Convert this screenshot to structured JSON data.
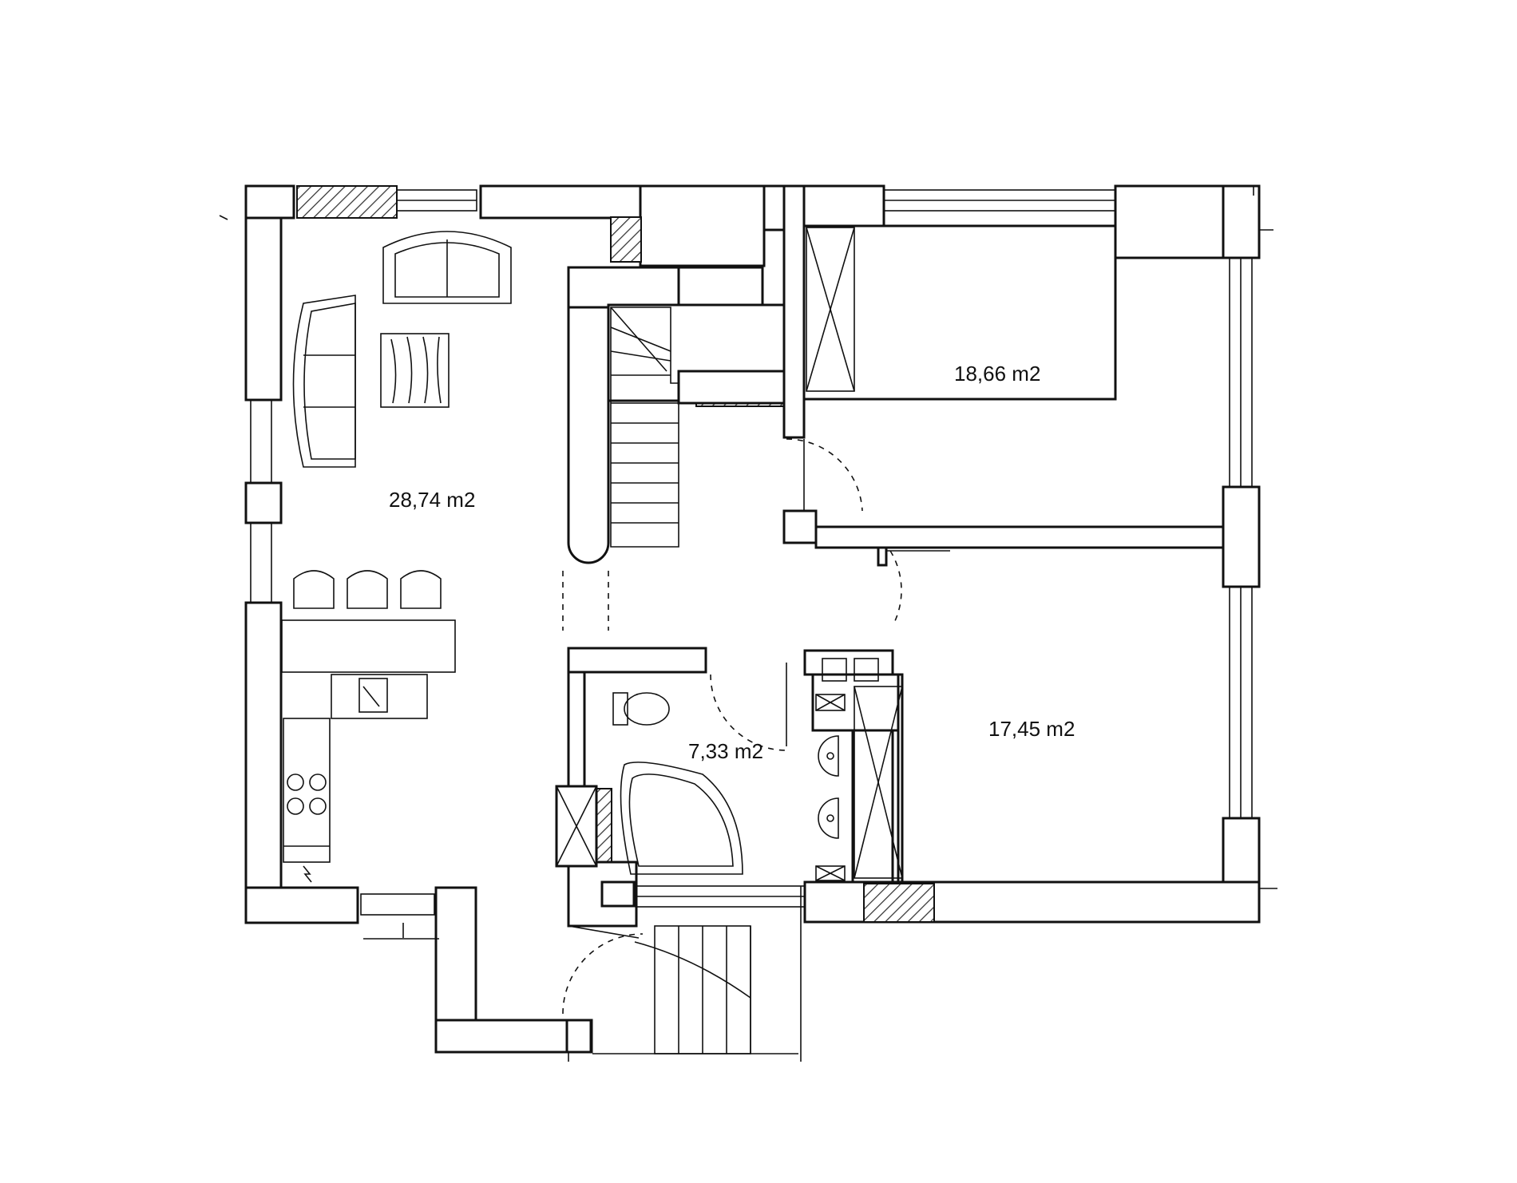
{
  "rooms": {
    "living": "28,74 m2",
    "bedroom_top": "18,66 m2",
    "bathroom": "7,33 m2",
    "bedroom_bottom": "17,45 m2"
  },
  "colors": {
    "line": "#111111",
    "background": "#ffffff"
  }
}
